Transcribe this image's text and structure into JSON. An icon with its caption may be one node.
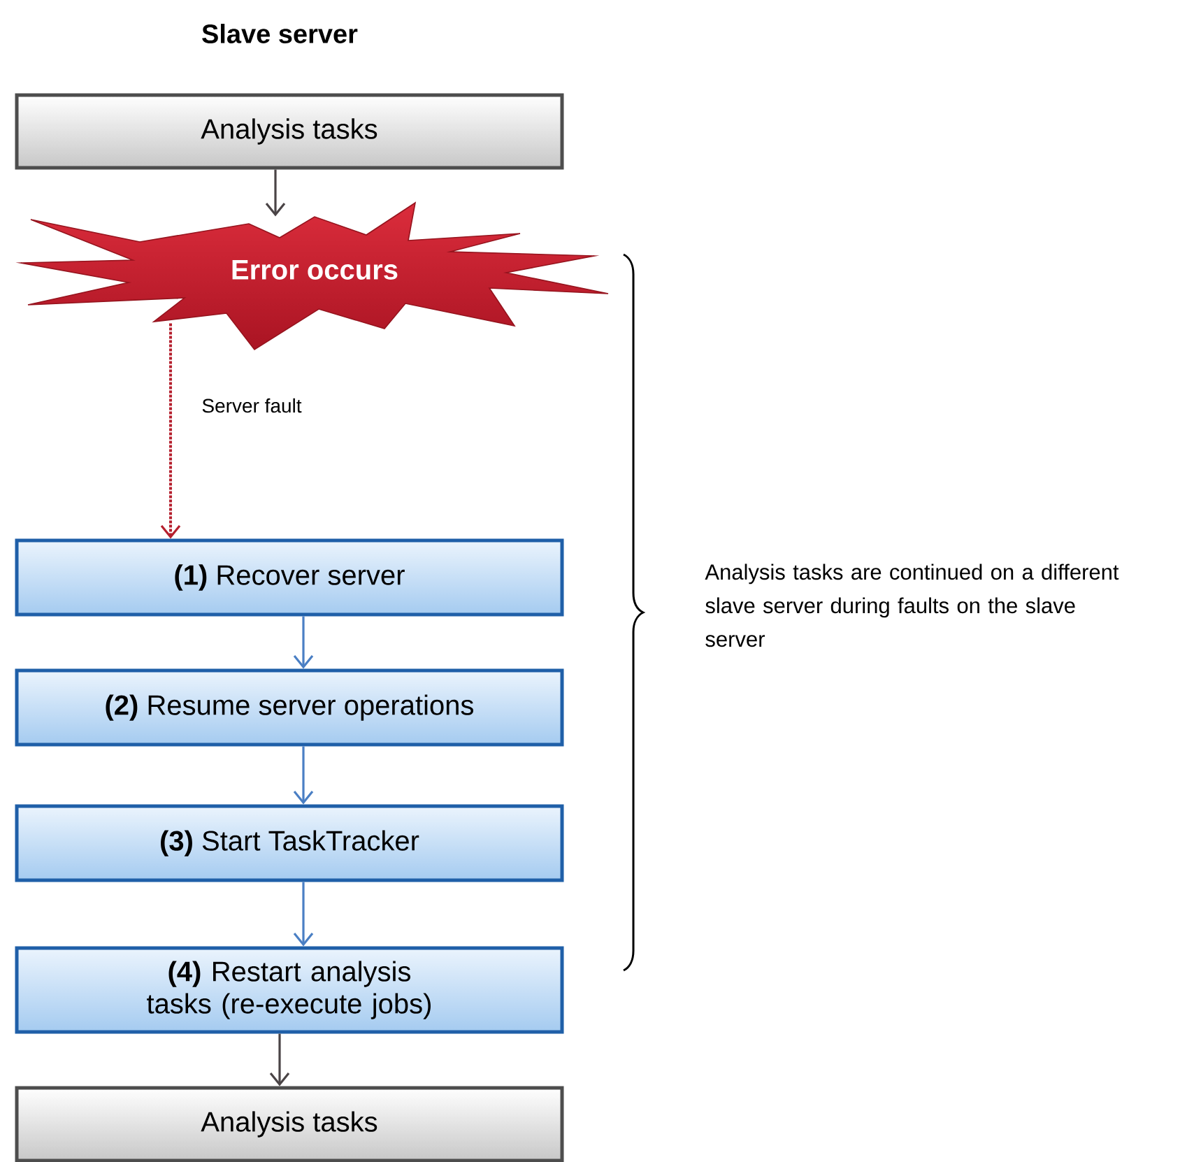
{
  "diagram": {
    "title": "Slave server",
    "nodes": [
      {
        "text": [
          "Analysis tasks"
        ]
      },
      {
        "text": [
          "Error occurs"
        ]
      },
      {
        "text": [
          "**(1)** Recover server"
        ]
      },
      {
        "text": [
          "**(2)** Resume server operations"
        ]
      },
      {
        "text": [
          "**(3)** Start TaskTracker"
        ]
      },
      {
        "text": [
          "**(4)** Restart analysis tasks (re-execute jobs)"
        ]
      },
      {
        "text": [
          "Analysis tasks"
        ]
      }
    ],
    "edges": [
      {
        "from": 0,
        "to": 1,
        "arrow": "to",
        "color": "#4a4446"
      },
      {
        "from": 1,
        "to": 2,
        "arrow": "to",
        "label": "Server fault",
        "style": "dashed",
        "color": "#b5202e"
      },
      {
        "from": 2,
        "to": 3,
        "arrow": "to",
        "color": "#4a7fc4"
      },
      {
        "from": 3,
        "to": 4,
        "arrow": "to",
        "color": "#4a7fc4"
      },
      {
        "from": 4,
        "to": 5,
        "arrow": "to",
        "color": "#4a7fc4"
      },
      {
        "from": 5,
        "to": 6,
        "arrow": "to",
        "color": "#4a4446"
      }
    ],
    "labels": [
      "Analysis tasks are continued on a different slave server during faults on the slave server"
    ]
  }
}
